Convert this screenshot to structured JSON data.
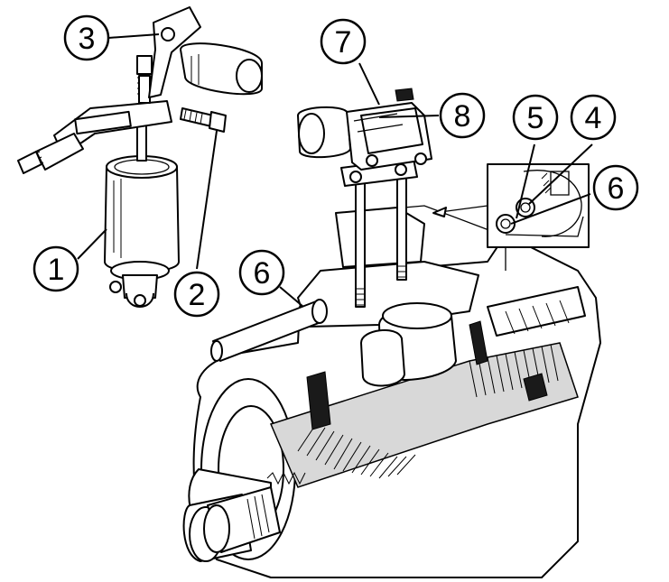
{
  "diagram": {
    "callouts": [
      {
        "id": "1",
        "label": "1"
      },
      {
        "id": "2",
        "label": "2"
      },
      {
        "id": "3",
        "label": "3"
      },
      {
        "id": "4",
        "label": "4"
      },
      {
        "id": "5",
        "label": "5"
      },
      {
        "id": "6a",
        "label": "6"
      },
      {
        "id": "6b",
        "label": "6"
      },
      {
        "id": "7",
        "label": "7"
      },
      {
        "id": "8",
        "label": "8"
      }
    ]
  }
}
